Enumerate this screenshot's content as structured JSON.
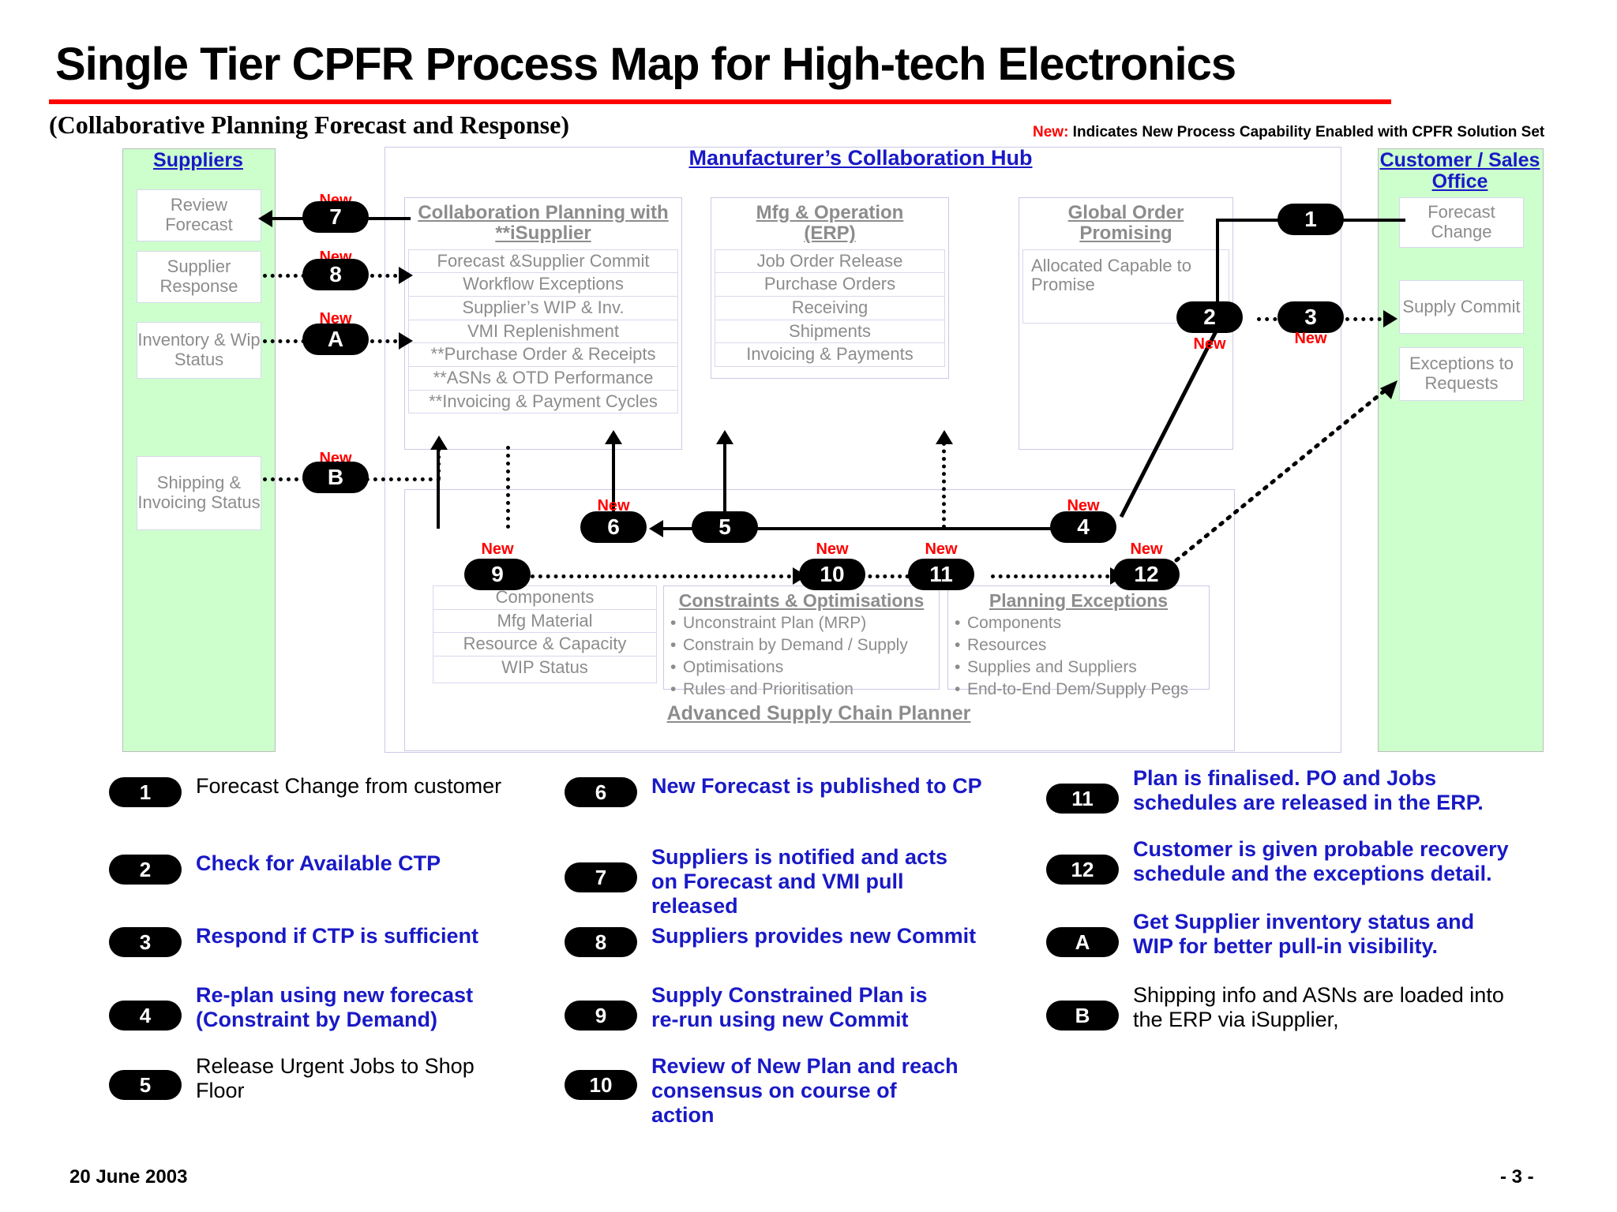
{
  "header": {
    "title": "Single Tier CPFR Process Map for High-tech Electronics",
    "subtitle": "(Collaborative Planning Forecast and Response)",
    "new_legend_key": "New:",
    "new_legend_text": " Indicates New Process Capability Enabled with CPFR Solution Set",
    "rule_color": "#ff0000"
  },
  "lanes": {
    "suppliers": {
      "title": "Suppliers",
      "boxes": [
        "Review Forecast",
        "Supplier Response",
        "Inventory & Wip Status",
        "Shipping & Invoicing Status"
      ]
    },
    "hub": {
      "title": "Manufacturer’s Collaboration Hub"
    },
    "customer": {
      "title": "Customer / Sales Office",
      "boxes": [
        "Forecast Change",
        "Supply Commit",
        "Exceptions to Requests"
      ]
    }
  },
  "panels": {
    "collaboration": {
      "title_line1": "Collaboration Planning with",
      "title_line2": "**iSupplier",
      "rows": [
        "Forecast &Supplier Commit",
        "Workflow Exceptions",
        "Supplier’s WIP & Inv.",
        "VMI Replenishment",
        "**Purchase Order & Receipts",
        "**ASNs & OTD Performance",
        "**Invoicing & Payment Cycles"
      ]
    },
    "mfg": {
      "title_line1": "Mfg & Operation",
      "title_line2": "(ERP)",
      "rows": [
        "Job Order Release",
        "Purchase Orders",
        "Receiving",
        "Shipments",
        "Invoicing & Payments"
      ]
    },
    "global_order_promising": {
      "title_line1": "Global Order",
      "title_line2": "Promising",
      "rows": [
        "Allocated Capable to Promise"
      ]
    },
    "planner": {
      "caption": "Advanced Supply Chain Planner",
      "inputs": [
        "Components",
        "Mfg Material",
        "Resource & Capacity",
        "WIP Status"
      ],
      "constraints_title": "Constraints & Optimisations",
      "constraints": [
        "Unconstraint Plan (MRP)",
        "Constrain by Demand / Supply",
        "Optimisations",
        "Rules and Prioritisation"
      ],
      "exceptions_title": "Planning Exceptions",
      "exceptions": [
        "Components",
        "Resources",
        "Supplies and Suppliers",
        "End-to-End Dem/Supply Pegs"
      ]
    }
  },
  "flow_nodes": {
    "n1": "1",
    "n2": "2",
    "n3": "3",
    "n4": "4",
    "n5": "5",
    "n6": "6",
    "n7": "7",
    "n8": "8",
    "n9": "9",
    "n10": "10",
    "n11": "11",
    "n12": "12",
    "nA": "A",
    "nB": "B",
    "new_label": "New"
  },
  "legend": {
    "items": [
      {
        "key": "1",
        "text": "Forecast Change from customer",
        "style": "black"
      },
      {
        "key": "2",
        "text": "Check for Available CTP",
        "style": "blue"
      },
      {
        "key": "3",
        "text": "Respond if CTP is sufficient",
        "style": "blue"
      },
      {
        "key": "4",
        "text": "Re-plan using new forecast (Constraint by Demand)",
        "style": "blue"
      },
      {
        "key": "5",
        "text": "Release Urgent Jobs to Shop Floor",
        "style": "black"
      },
      {
        "key": "6",
        "text": "New Forecast is published to CP",
        "style": "blue"
      },
      {
        "key": "7",
        "text": "Suppliers is notified and acts on Forecast and VMI pull released",
        "style": "blue"
      },
      {
        "key": "8",
        "text": "Suppliers provides new Commit",
        "style": "blue"
      },
      {
        "key": "9",
        "text": "Supply Constrained Plan is re-run using new Commit",
        "style": "blue"
      },
      {
        "key": "10",
        "text": "Review of New Plan and reach consensus on course of action",
        "style": "blue"
      },
      {
        "key": "11",
        "text": "Plan is finalised. PO and Jobs schedules are released in the ERP.",
        "style": "blue"
      },
      {
        "key": "12",
        "text": "Customer is given probable recovery schedule and the exceptions detail.",
        "style": "blue"
      },
      {
        "key": "A",
        "text": "Get Supplier inventory status and WIP for better pull-in visibility.",
        "style": "blue"
      },
      {
        "key": "B",
        "text": "Shipping info and ASNs are loaded into the ERP via iSupplier,",
        "style": "black"
      }
    ]
  },
  "footer": {
    "date": "20 June 2003",
    "page": "- 3 -"
  },
  "colors": {
    "lane_green": "#ccffcc",
    "accent_blue": "#1919c6",
    "new_red": "#ff0000",
    "cell_text_gray": "#8c8c8c"
  }
}
